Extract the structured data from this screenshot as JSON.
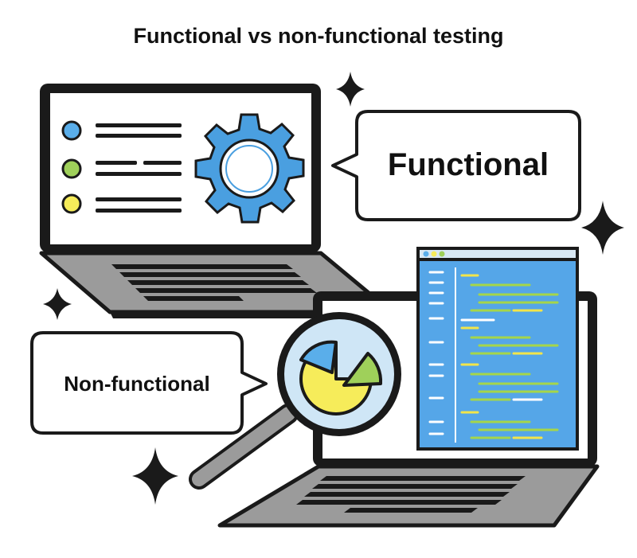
{
  "title": "Functional vs non-functional testing",
  "labels": {
    "functional": "Functional",
    "non_functional": "Non-functional"
  },
  "colors": {
    "outline": "#1a1a1a",
    "laptop_body": "#9b9b9b",
    "laptop_screen_edge": "#d8d8d8",
    "gear": "#4a9fe0",
    "dot_blue": "#5aaeea",
    "dot_green": "#9fd05a",
    "dot_yellow": "#f6ec5a",
    "code_panel": "#55a6e8",
    "code_green": "#a5d64a",
    "code_yellow": "#f2e54a",
    "lens": "#cfe6f6",
    "pie_yellow": "#f6ec5a",
    "pie_blue": "#5aaeea",
    "pie_green": "#9fd05a"
  },
  "icons": [
    "gear-icon",
    "magnifier-icon",
    "pie-chart-icon",
    "sparkle-icon",
    "laptop-icon",
    "code-window-icon"
  ]
}
